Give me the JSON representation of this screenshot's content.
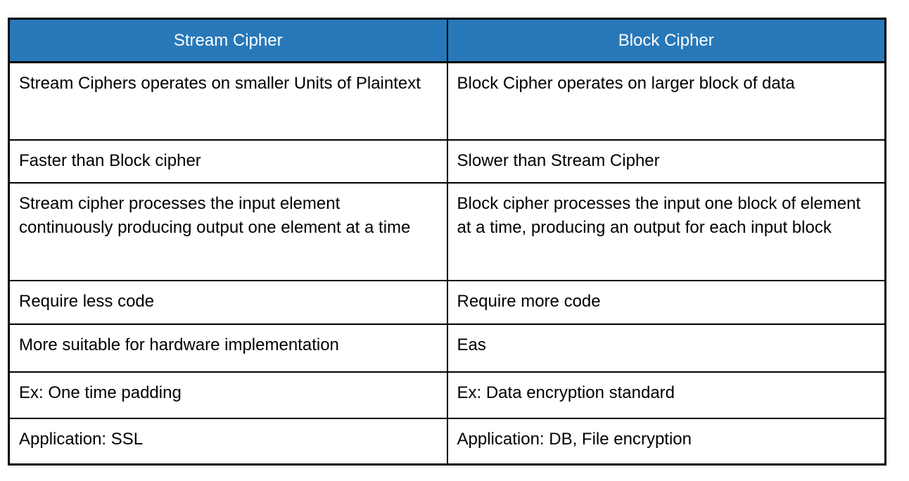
{
  "table": {
    "title": "Stream Cipher vs Block Cipher comparison",
    "colors": {
      "header_background": "#2878B9",
      "header_text": "#FFFFFF",
      "border": "#000000",
      "body_text": "#000000"
    },
    "headers": [
      {
        "label": "Stream Cipher"
      },
      {
        "label": "Block Cipher"
      }
    ],
    "rows": [
      {
        "cells": [
          "Stream Ciphers operates on smaller Units of Plaintext",
          "Block Cipher operates on larger block of data"
        ]
      },
      {
        "cells": [
          "Faster than Block cipher",
          "Slower than Stream Cipher"
        ]
      },
      {
        "cells": [
          "Stream cipher processes the input element continuously producing output one element at a time",
          "Block cipher processes the input one block of element at a time, producing an output for each input block"
        ]
      },
      {
        "cells": [
          "Require less code",
          "Require more code"
        ]
      },
      {
        "cells": [
          "More suitable for hardware implementation",
          "Eas"
        ]
      },
      {
        "cells": [
          "Ex: One time padding",
          "Ex: Data encryption standard"
        ]
      },
      {
        "cells": [
          "Application: SSL",
          "Application: DB, File encryption"
        ]
      }
    ]
  }
}
